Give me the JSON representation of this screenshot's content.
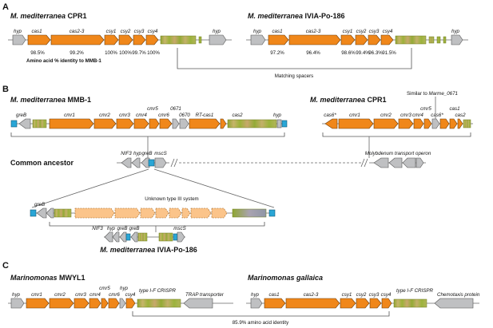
{
  "panel_labels": [
    "A",
    "B",
    "C"
  ],
  "panelA": {
    "left_title": {
      "species": "M. mediterranea",
      "strain": "CPR1"
    },
    "right_title": {
      "species": "M. mediterranea",
      "strain": "IVIA-Po-186"
    },
    "left_genes": [
      "hyp",
      "cas1",
      "cas2-3",
      "csy1",
      "csy2",
      "csy3",
      "csy4",
      "hyp"
    ],
    "right_genes": [
      "hyp",
      "cas1",
      "cas2-3",
      "csy1",
      "csy2",
      "csy3",
      "csy4",
      "hyp"
    ],
    "left_pct": [
      "98.5%",
      "99.2%",
      "100%",
      "100%",
      "99.7%",
      "100%"
    ],
    "right_pct": [
      "97.2%",
      "96.4%",
      "98.6%",
      "99.4%",
      "96.3%",
      "91.5%"
    ],
    "identity_caption": "Amino acid % identity to MMB-1",
    "spacer_label": "Matching spacers"
  },
  "panelB": {
    "mmb_title": {
      "species": "M. mediterranea",
      "strain": "MMB-1"
    },
    "cpr_title": {
      "species": "M. mediterranea",
      "strain": "CPR1"
    },
    "mmb_genes": [
      "greB",
      "cmr1",
      "cmr2",
      "cmr3",
      "cmr4",
      "cmr5",
      "cmr6",
      "0671",
      "0670",
      "RT-cas1",
      "cas2",
      "hyp"
    ],
    "cpr_genes": [
      "cas6*",
      "cmr1",
      "cmr2",
      "cmr3",
      "cmr4",
      "cmr5",
      "cas6*",
      "cas1",
      "cas2"
    ],
    "similar_to": "Similar to",
    "similar_gene": "Marme_0671",
    "ancestor_label": "Common ancestor",
    "ancestor_genes": [
      "NIF3",
      "hyp",
      "greB",
      "mscS"
    ],
    "moly_label": "Molybdenum transport operon",
    "unknown_label": "Unknown type III system",
    "unknown_greb": "greB",
    "ivia_genes": [
      "NIF3",
      "hyp",
      "greB",
      "greB",
      "mscS"
    ],
    "ivia_title": {
      "species": "M. mediterranea",
      "strain": "IVIA-Po-186"
    }
  },
  "panelC": {
    "left_title": {
      "species": "Marinomonas",
      "strain": "MWYL1"
    },
    "right_title": {
      "species": "Marinomonas gallaica",
      "strain": ""
    },
    "left_genes": [
      "hyp",
      "cmr1",
      "cmr2",
      "cmr3",
      "cmr4",
      "cmr5",
      "cmr6",
      "hyp",
      "csy4"
    ],
    "left_crispr": "type I-F CRISPR",
    "left_trap": "TRAP transporter",
    "right_genes": [
      "hyp",
      "cas1",
      "cas2-3",
      "csy1",
      "csy2",
      "csy3",
      "csy4"
    ],
    "right_crispr": "type I-F CRISPR",
    "right_chemo": "Chemotaxis protein",
    "identity": "85.9% amino acid identity"
  },
  "colors": {
    "cas_gene": "#f0871a",
    "unknown_gene": "#fbc48a",
    "other_gene": "#bfc0c2",
    "blue_gene": "#29a6d6",
    "crispr_array": "#b7c04a"
  }
}
